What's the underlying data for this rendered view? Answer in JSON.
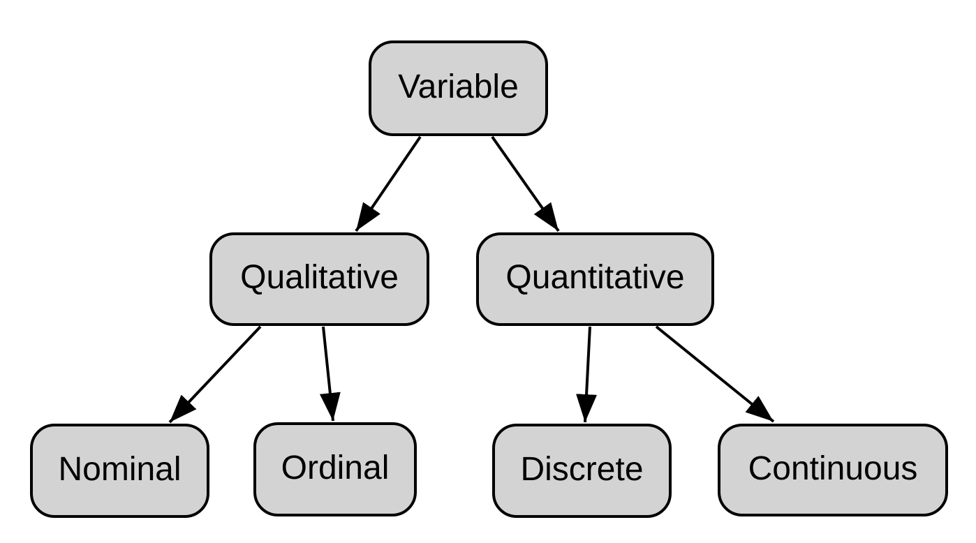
{
  "diagram": {
    "type": "tree",
    "description": "Classification of variable types",
    "colors": {
      "background": "#ffffff",
      "node_fill": "#d3d3d3",
      "node_border": "#000000",
      "arrow_color": "#000000"
    },
    "nodes": [
      {
        "id": "variable",
        "label": "Variable",
        "level": 0
      },
      {
        "id": "qualitative",
        "label": "Qualitative",
        "level": 1
      },
      {
        "id": "quantitative",
        "label": "Quantitative",
        "level": 1
      },
      {
        "id": "nominal",
        "label": "Nominal",
        "level": 2
      },
      {
        "id": "ordinal",
        "label": "Ordinal",
        "level": 2
      },
      {
        "id": "discrete",
        "label": "Discrete",
        "level": 2
      },
      {
        "id": "continuous",
        "label": "Continuous",
        "level": 2
      }
    ],
    "edges": [
      {
        "from": "variable",
        "to": "qualitative"
      },
      {
        "from": "variable",
        "to": "quantitative"
      },
      {
        "from": "qualitative",
        "to": "nominal"
      },
      {
        "from": "qualitative",
        "to": "ordinal"
      },
      {
        "from": "quantitative",
        "to": "discrete"
      },
      {
        "from": "quantitative",
        "to": "continuous"
      }
    ]
  }
}
